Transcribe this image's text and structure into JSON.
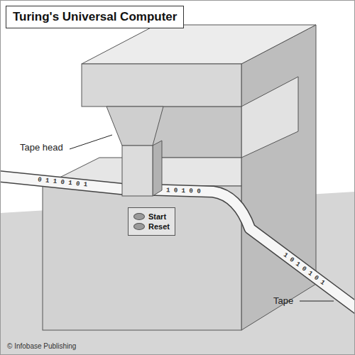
{
  "diagram": {
    "title": "Turing's Universal Computer",
    "nodes": [
      {
        "text": [
          "Start",
          "Reset"
        ]
      }
    ],
    "labels": [
      "Tape head",
      "Tape",
      "0 1 1 0 1 0 1",
      "1 0 1 0 0",
      "1 0 1 0 1 0 1",
      "© Infobase Publishing"
    ]
  }
}
